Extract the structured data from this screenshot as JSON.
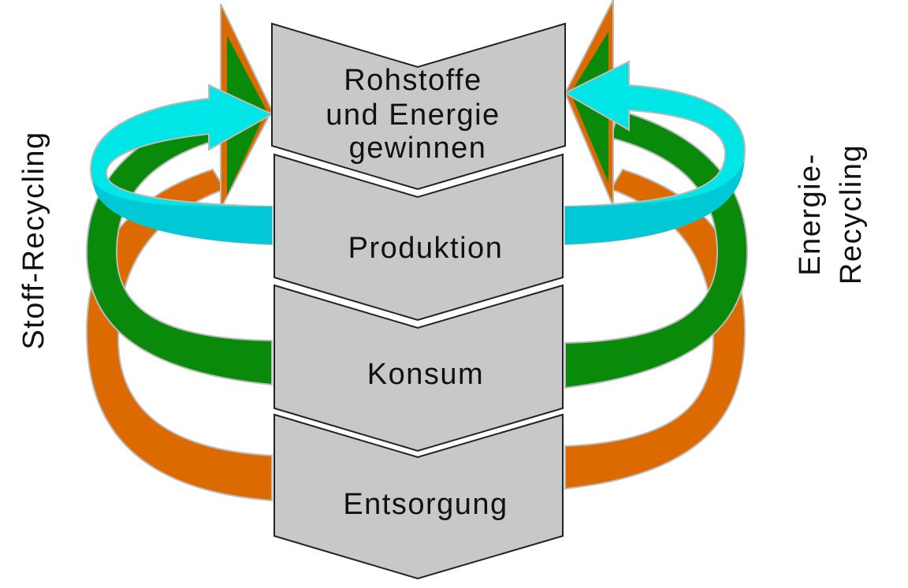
{
  "diagram": {
    "stages": [
      {
        "lines": [
          "Rohstoffe",
          "und Energie",
          "gewinnen"
        ]
      },
      {
        "lines": [
          "Produktion"
        ]
      },
      {
        "lines": [
          "Konsum"
        ]
      },
      {
        "lines": [
          "Entsorgung"
        ]
      }
    ],
    "left_label": "Stoff-Recycling",
    "right_label": [
      "Energie-",
      "Recycling"
    ]
  },
  "colors": {
    "stage_fill": "#c8c8c8",
    "stage_stroke": "#222222",
    "cyan_loop": "#00e5e5",
    "cyan_dark": "#00c8d4",
    "green_loop": "#0a8a0a",
    "orange_loop": "#dd6a00",
    "background": "#ffffff"
  }
}
